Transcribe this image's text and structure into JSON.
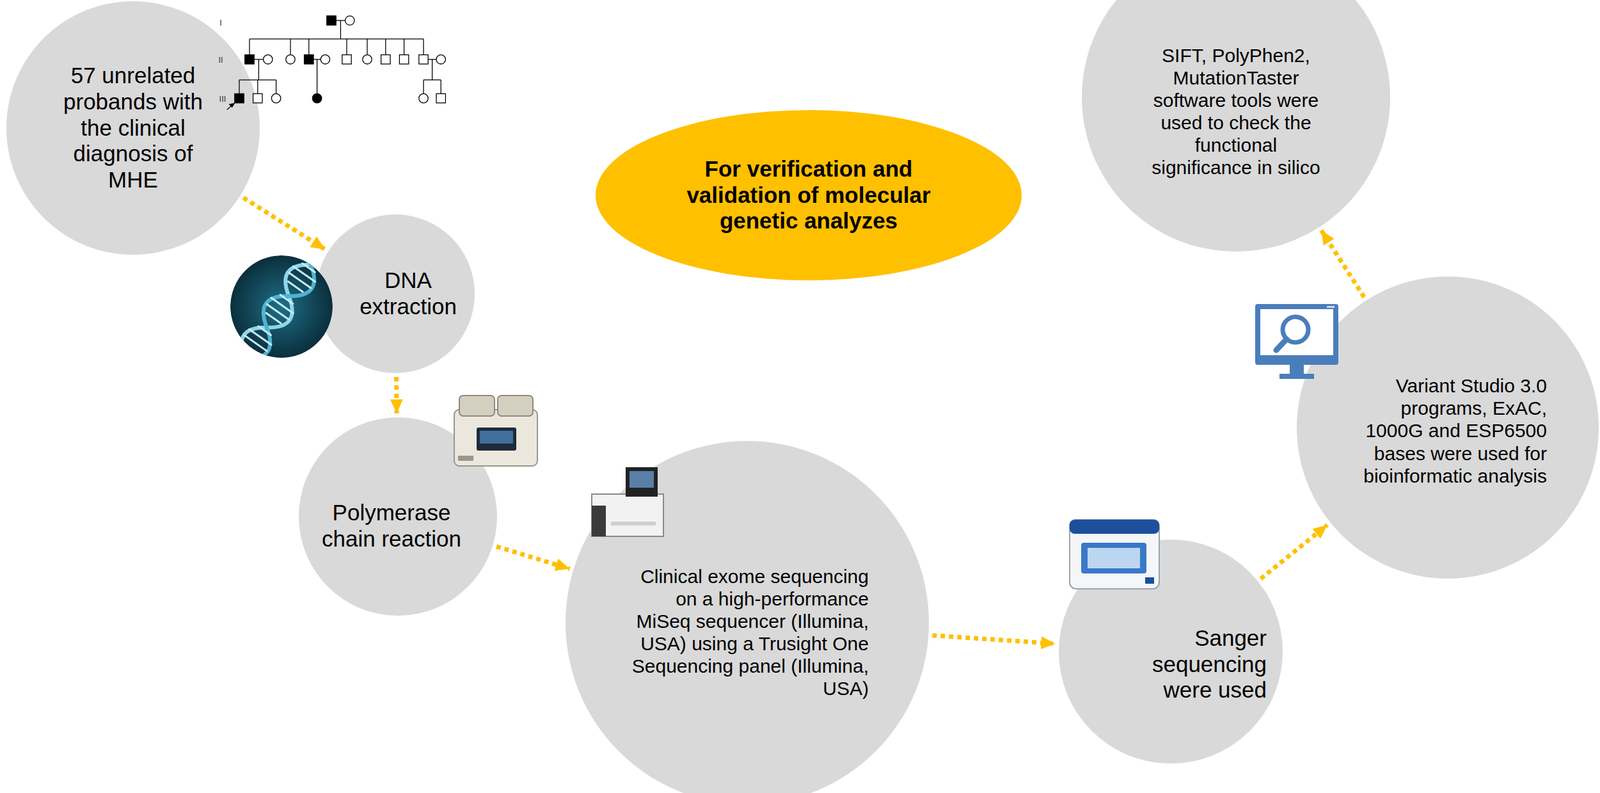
{
  "diagram": {
    "nodes": [
      {
        "text": [
          "57 unrelated probands with the clinical diagnosis of MHE"
        ]
      },
      {
        "text": [
          "For verification and validation of molecular genetic analyzes"
        ]
      },
      {
        "text": [
          "DNA extraction"
        ]
      },
      {
        "text": [
          "Polymerase chain reaction"
        ]
      },
      {
        "text": [
          "Clinical exome sequencing on a high-performance MiSeq sequencer (Illumina, USA) using a Trusight One Sequencing panel (Illumina, USA)"
        ]
      },
      {
        "text": [
          "Sanger sequencing were used"
        ]
      },
      {
        "text": [
          "Variant Studio 3.0 programs, ExAC, 1000G and ESP6500 bases were used for bioinformatic analysis"
        ]
      },
      {
        "text": [
          "SIFT, PolyPhen2, MutationTaster software tools were used to check the functional significance in silico"
        ]
      }
    ],
    "edges": [
      {
        "from": 0,
        "to": 2,
        "arrow": "to"
      },
      {
        "from": 2,
        "to": 3,
        "arrow": "to"
      },
      {
        "from": 3,
        "to": 4,
        "arrow": "to"
      },
      {
        "from": 4,
        "to": 5,
        "arrow": "to"
      },
      {
        "from": 5,
        "to": 6,
        "arrow": "to"
      },
      {
        "from": 6,
        "to": 7,
        "arrow": "to"
      }
    ],
    "labels": [
      "I",
      "II",
      "III"
    ]
  }
}
